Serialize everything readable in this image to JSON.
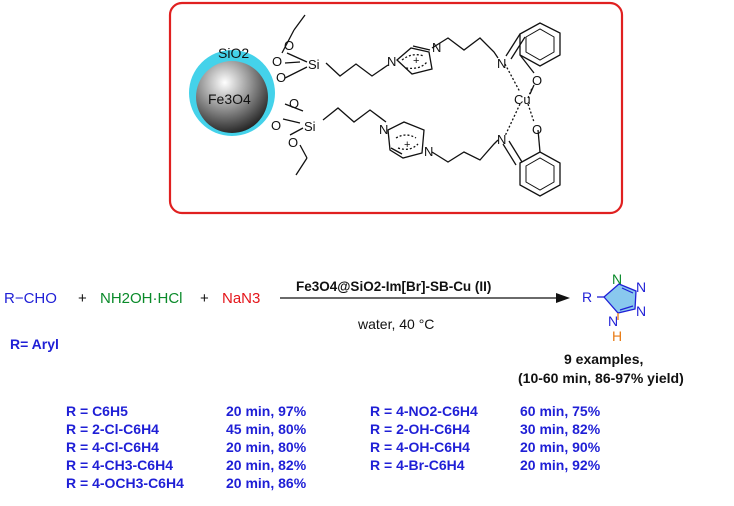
{
  "catalyst_structure": {
    "labels": {
      "silica": "SiO2",
      "core": "Fe3O4",
      "si_top": "Si",
      "si_bottom": "Si",
      "o": "O",
      "n": "N",
      "plus": "+",
      "cu": "Cu"
    },
    "colors": {
      "frame": "#e02020",
      "shell": "#44d2ea"
    }
  },
  "reaction": {
    "reactant1": "R−CHO",
    "plus1": "+",
    "reactant2": "NH2OH·HCl",
    "plus2": "+",
    "reactant3": "NaN3",
    "catalyst": "Fe3O4@SiO2-Im[Br]-SB-Cu (II)",
    "conditions": "water, 40 °C",
    "r_definition": "R= Aryl",
    "product_labels": {
      "r": "R",
      "n": "N",
      "h": "H"
    },
    "summary_line1": "9 examples,",
    "summary_line2": "(10-60 min, 86-97% yield)"
  },
  "examples_left": [
    {
      "r": "R = C6H5",
      "result": "20 min, 97%"
    },
    {
      "r": "R = 2-Cl-C6H4",
      "result": "45 min, 80%"
    },
    {
      "r": "R = 4-Cl-C6H4",
      "result": "20 min, 80%"
    },
    {
      "r": "R = 4-CH3-C6H4",
      "result": "20 min, 82%"
    },
    {
      "r": "R = 4-OCH3-C6H4",
      "result": "20 min, 86%"
    }
  ],
  "examples_right": [
    {
      "r": "R = 4-NO2-C6H4",
      "result": "60 min, 75%"
    },
    {
      "r": "R = 2-OH-C6H4",
      "result": "30 min, 82%"
    },
    {
      "r": "R = 4-OH-C6H4",
      "result": "20 min, 90%"
    },
    {
      "r": "R = 4-Br-C6H4",
      "result": "20 min, 92%"
    }
  ],
  "colors": {
    "blue": "#1f1fd6",
    "green": "#0a8a2a",
    "red": "#e4161b"
  }
}
